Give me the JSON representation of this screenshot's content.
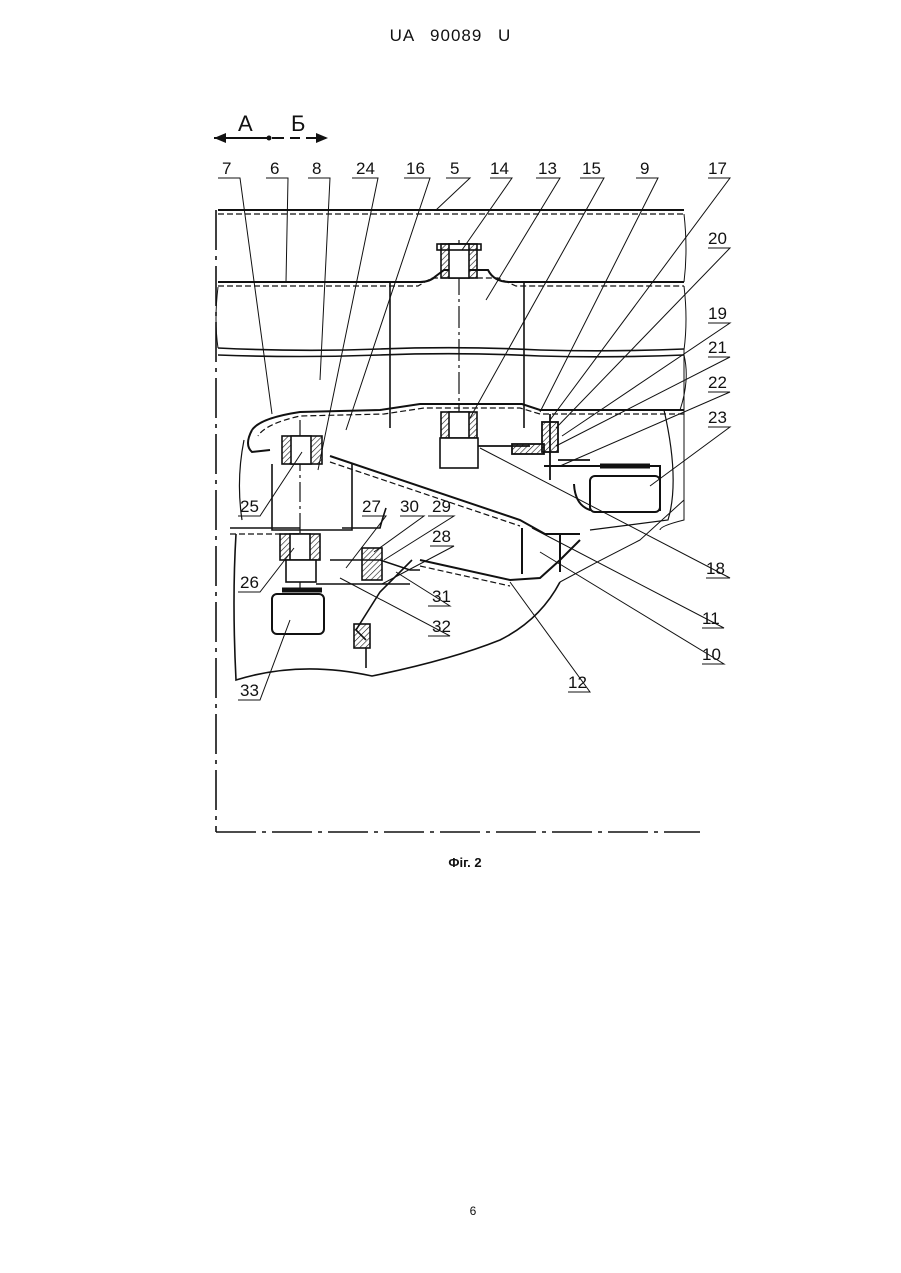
{
  "header": {
    "patent_id": "UA   90089   U"
  },
  "figure": {
    "direction_left": "А",
    "direction_right": "Б",
    "caption": "Фіг. 2",
    "callouts": {
      "c7": "7",
      "c6": "6",
      "c8": "8",
      "c24": "24",
      "c16": "16",
      "c5": "5",
      "c14": "14",
      "c13": "13",
      "c15": "15",
      "c9": "9",
      "c17": "17",
      "c20": "20",
      "c19": "19",
      "c21": "21",
      "c22": "22",
      "c23": "23",
      "c25": "25",
      "c27": "27",
      "c30": "30",
      "c29": "29",
      "c28": "28",
      "c26": "26",
      "c31": "31",
      "c32": "32",
      "c33": "33",
      "c18": "18",
      "c11": "11",
      "c10": "10",
      "c12": "12"
    }
  },
  "footer": {
    "page_number": "6"
  }
}
